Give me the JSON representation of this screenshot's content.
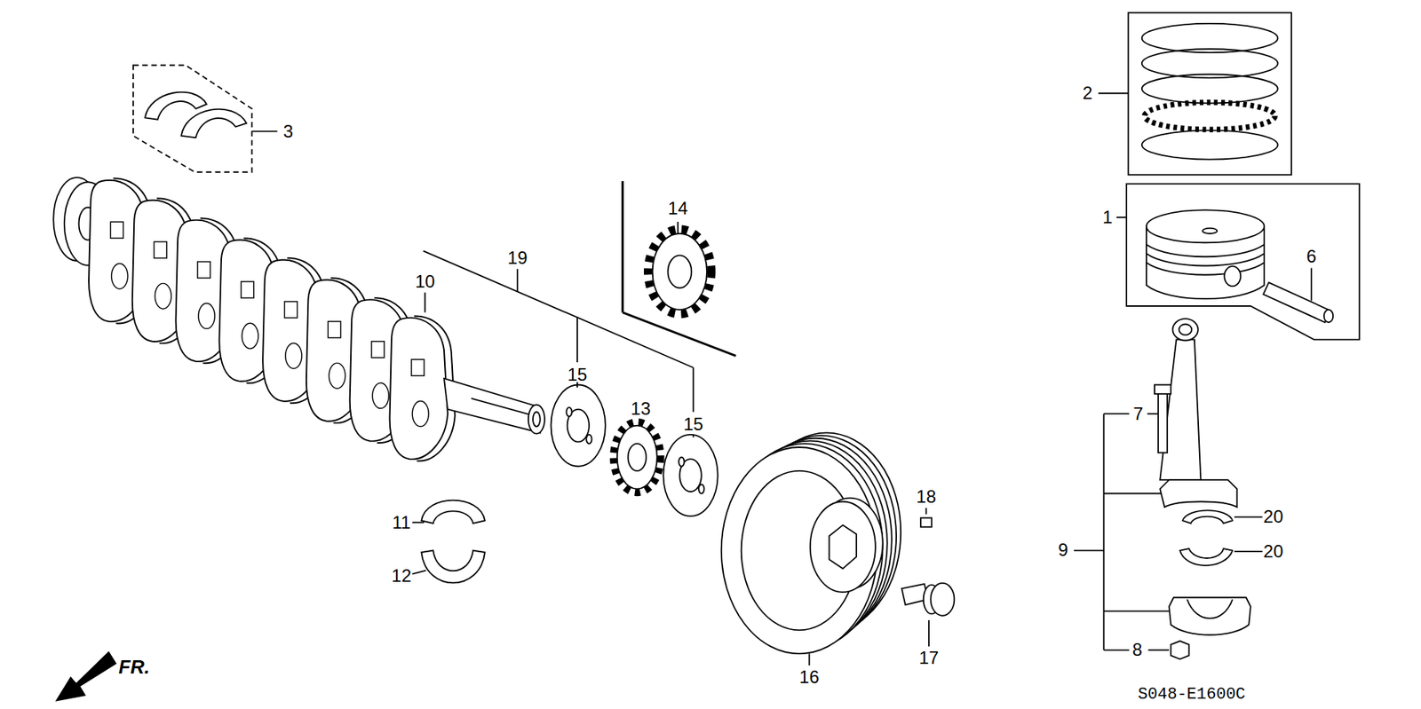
{
  "diagram": {
    "labels": [
      "3",
      "2",
      "1",
      "6",
      "14",
      "19",
      "10",
      "15",
      "13",
      "15",
      "7",
      "9",
      "20",
      "20",
      "11",
      "12",
      "18",
      "16",
      "17",
      "8",
      "FR.",
      "S048-E1600C"
    ]
  }
}
